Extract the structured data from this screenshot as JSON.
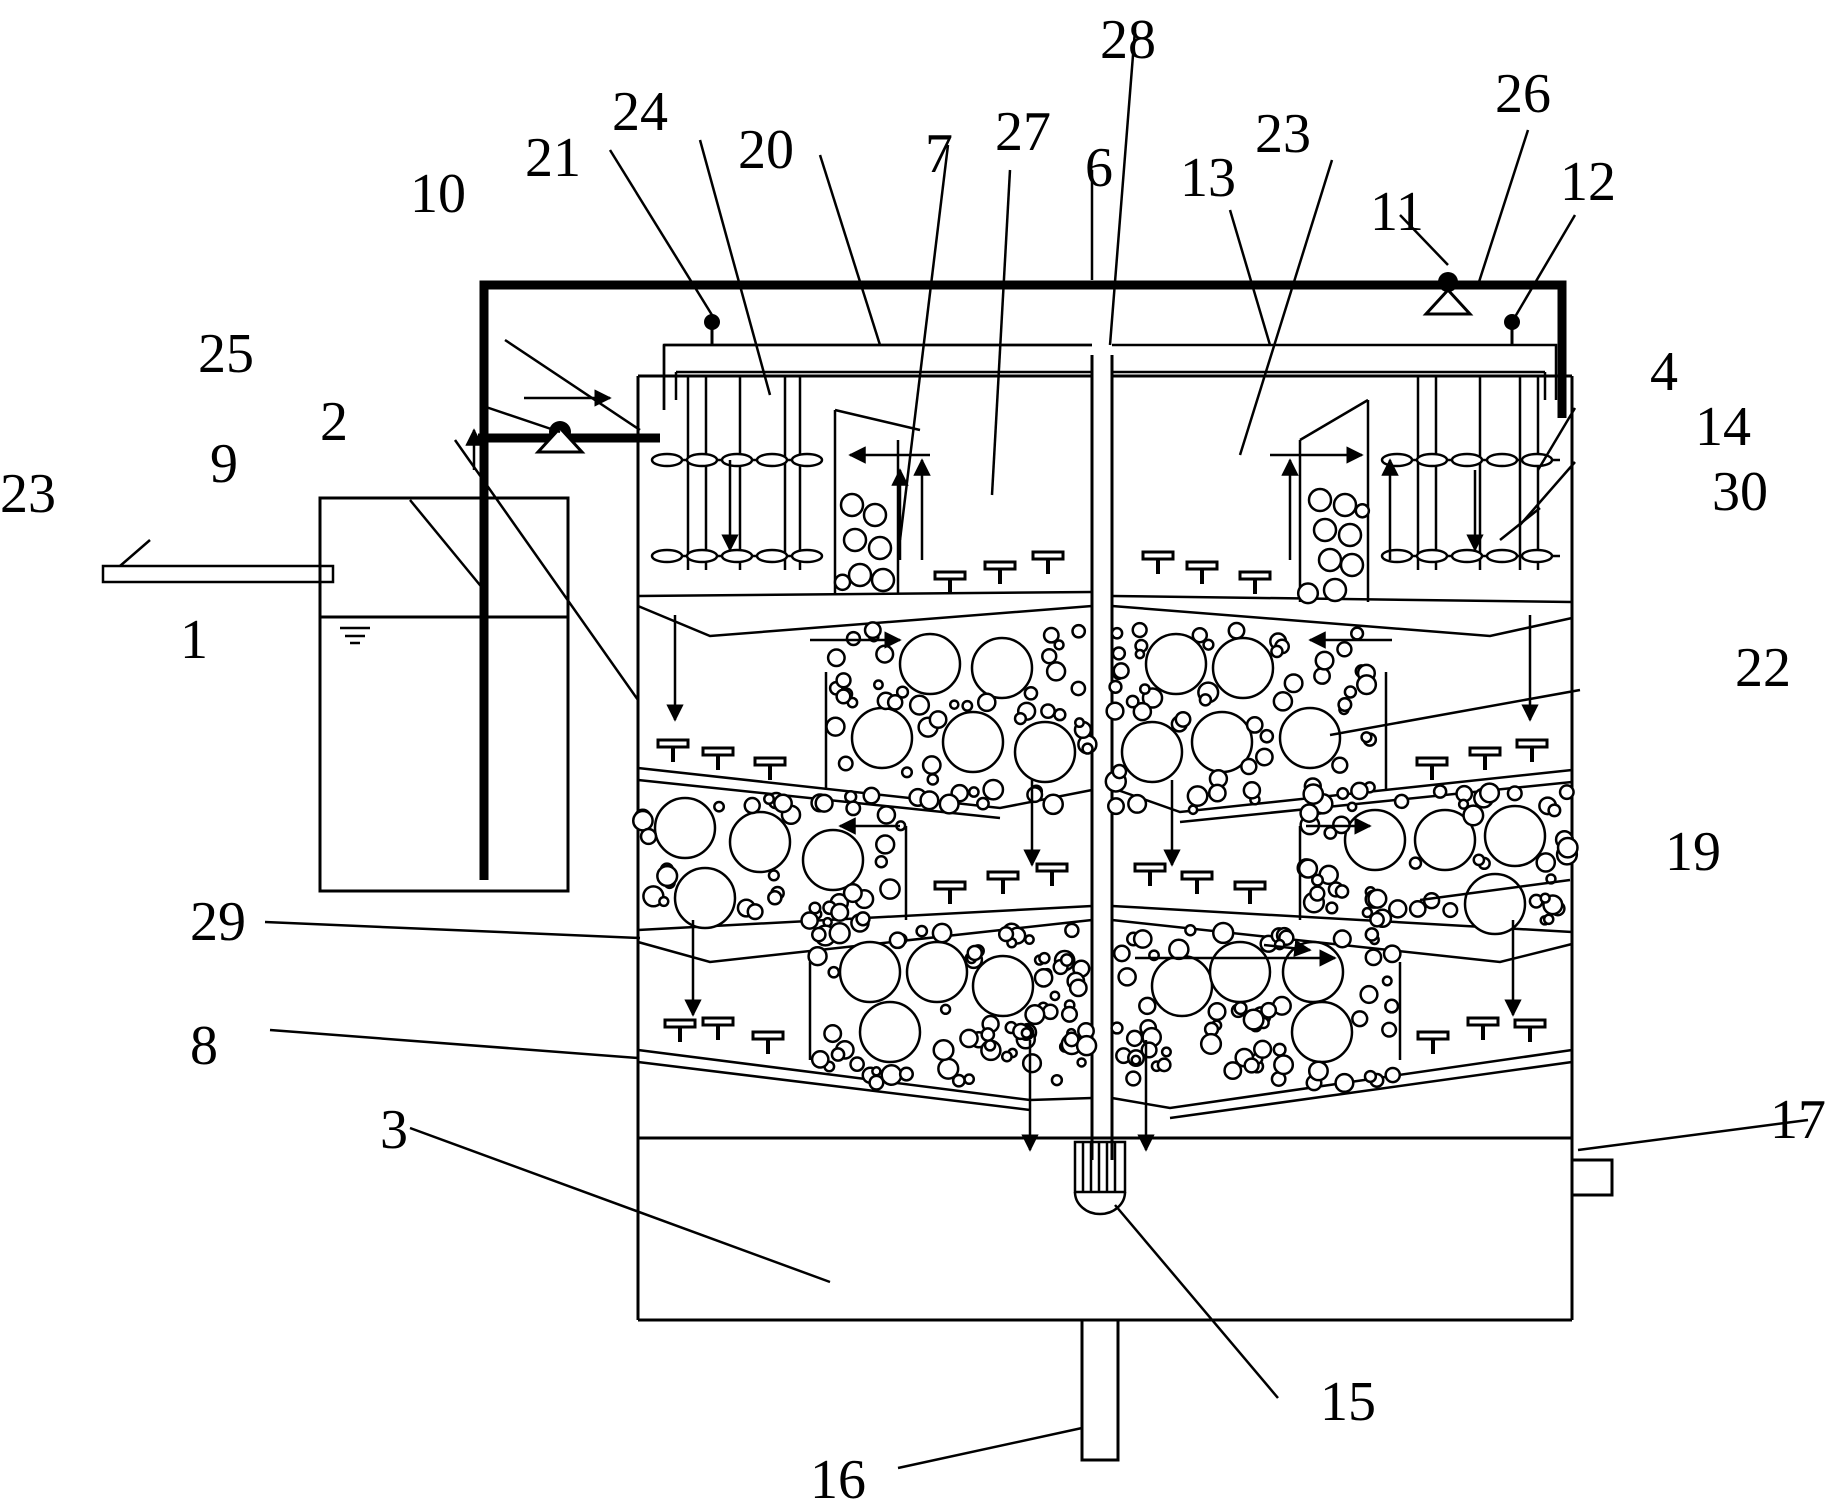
{
  "labels": {
    "l1": "1",
    "l2": "2",
    "l3": "3",
    "l4": "4",
    "l6": "6",
    "l7": "7",
    "l8": "8",
    "l9": "9",
    "l10": "10",
    "l11": "11",
    "l12": "12",
    "l13": "13",
    "l14": "14",
    "l15": "15",
    "l16": "16",
    "l17": "17",
    "l19": "19",
    "l20": "20",
    "l21": "21",
    "l22": "22",
    "l23a": "23",
    "l23b": "23",
    "l24": "24",
    "l25": "25",
    "l26": "26",
    "l27": "27",
    "l28": "28",
    "l29": "29",
    "l30": "30"
  }
}
